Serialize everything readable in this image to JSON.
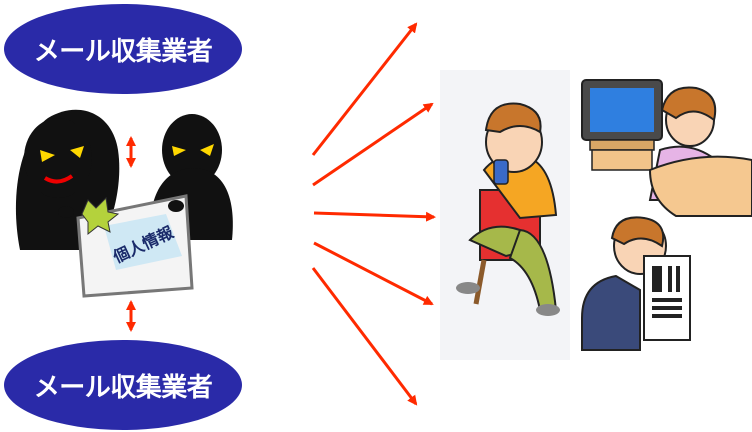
{
  "collector_label_top": "メール収集業者",
  "collector_label_bottom": "メール収集業者",
  "document_label": "個人情報",
  "colors": {
    "ellipse_fill": "#2a2aa8",
    "arrow_red": "#ff2a00",
    "bg": "#ffffff"
  },
  "icons": [
    "hooded-figure-icon",
    "document-icon",
    "person-phone-icon",
    "person-tv-icon",
    "person-newspaper-icon",
    "double-arrow-icon"
  ]
}
